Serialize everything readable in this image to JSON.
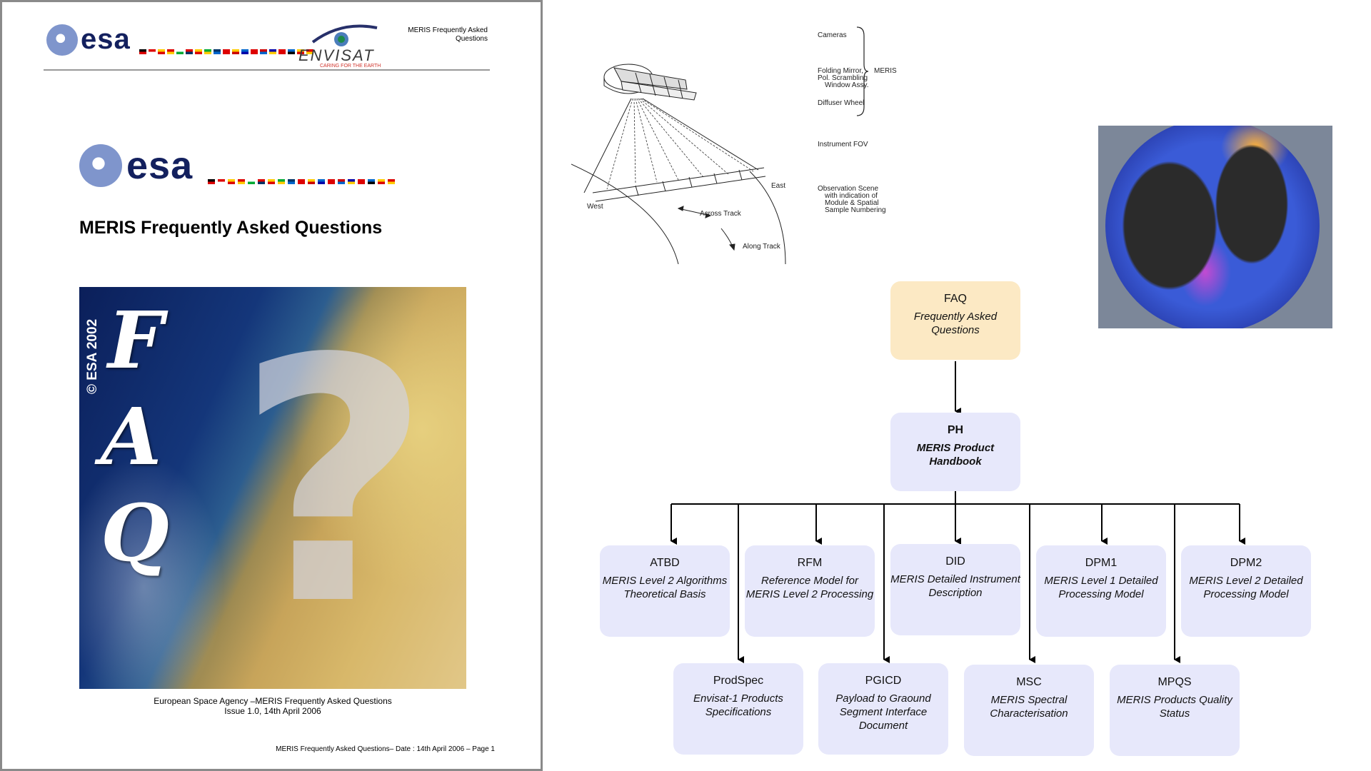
{
  "document": {
    "header_right_line1": "MERIS Frequently Asked",
    "header_right_line2": "Questions",
    "envisat_word": "ENVISAT",
    "envisat_tagline": "CARING FOR THE EARTH",
    "esa_word": "esa",
    "title": "MERIS Frequently Asked Questions",
    "cover_copyright": "© ESA 2002",
    "cover_letters": [
      "F",
      "A",
      "Q"
    ],
    "cover_question_mark": "?",
    "caption_line1": "European Space Agency –MERIS Frequently Asked Questions",
    "caption_line2": "Issue 1.0, 14th April 2006",
    "footer": "MERIS Frequently Asked Questions– Date : 14th April 2006 – Page 1"
  },
  "schematic": {
    "labels": {
      "cameras": "Cameras",
      "folding1": "Folding Mirror,",
      "folding2": "Pol. Scrambling",
      "folding3": "Window Assy.",
      "meris": "MERIS",
      "diffuser": "Diffuser Wheel",
      "fov": "Instrument FOV",
      "obs1": "Observation Scene",
      "obs2": "with indication of",
      "obs3": "Module & Spatial",
      "obs4": "Sample Numbering",
      "east": "East",
      "west": "West",
      "across": "Across Track",
      "along": "Along Track"
    }
  },
  "hierarchy": {
    "root": {
      "code": "FAQ",
      "desc": "Frequently Asked Questions"
    },
    "handbook": {
      "code": "PH",
      "desc": "MERIS Product Handbook"
    },
    "row1": [
      {
        "code": "ATBD",
        "desc": "MERIS Level 2 Algorithms Theoretical Basis"
      },
      {
        "code": "RFM",
        "desc": "Reference Model for MERIS Level 2 Processing"
      },
      {
        "code": "DID",
        "desc": "MERIS Detailed Instrument Description"
      },
      {
        "code": "DPM1",
        "desc": "MERIS Level 1 Detailed Processing Model"
      },
      {
        "code": "DPM2",
        "desc": "MERIS Level 2 Detailed Processing Model"
      }
    ],
    "row2": [
      {
        "code": "ProdSpec",
        "desc": "Envisat-1 Products Specifications"
      },
      {
        "code": "PGICD",
        "desc": "Payload to Graound Segment Interface Document"
      },
      {
        "code": "MSC",
        "desc": "MERIS Spectral Characterisation"
      },
      {
        "code": "MPQS",
        "desc": "MERIS Products Quality Status"
      }
    ]
  },
  "colors": {
    "faq_box": "#fce9c4",
    "child_box": "#e7e8fb",
    "esa_blue": "#13205e",
    "envisat_red": "#d0342c"
  }
}
